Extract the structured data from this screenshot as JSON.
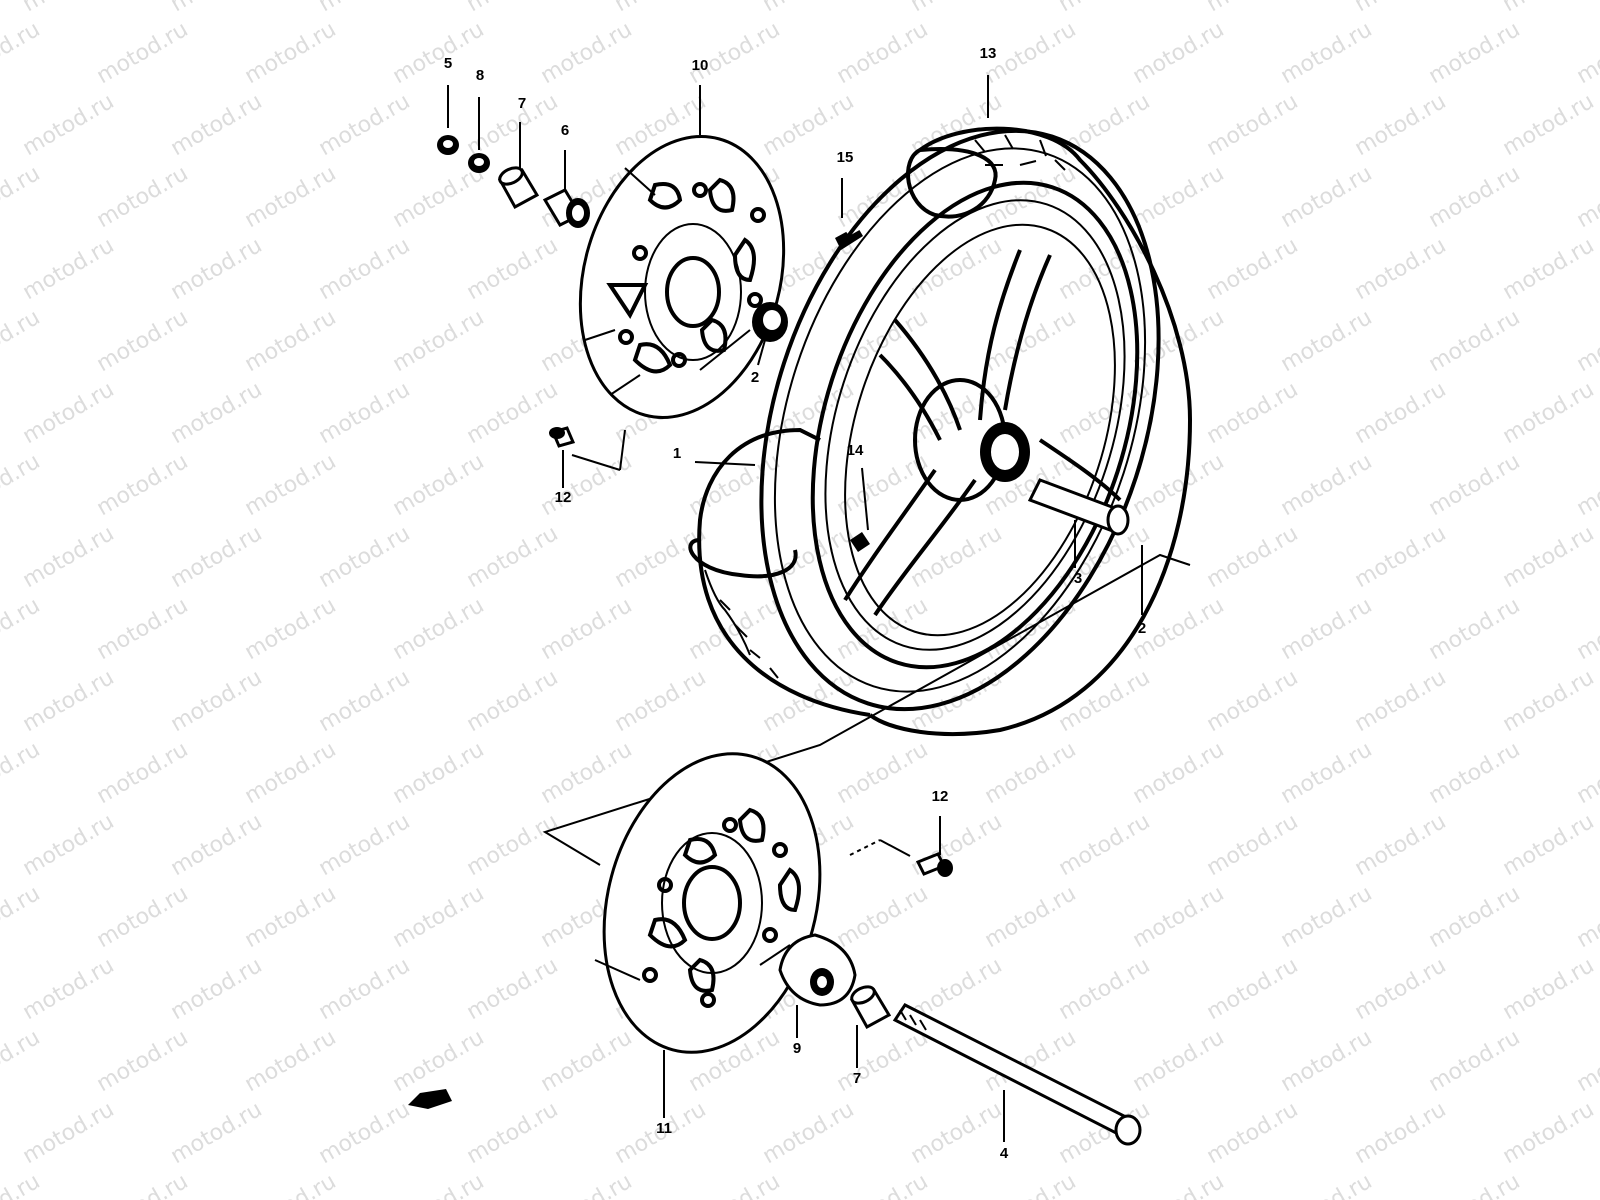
{
  "watermark": "motod.ru",
  "colors": {
    "line": "#000000",
    "watermark": "#dcdcdc",
    "background": "#ffffff"
  },
  "callouts": [
    "5",
    "8",
    "7",
    "6",
    "10",
    "15",
    "13",
    "2",
    "1",
    "14",
    "12",
    "3",
    "2",
    "12",
    "11",
    "9",
    "7",
    "4"
  ]
}
